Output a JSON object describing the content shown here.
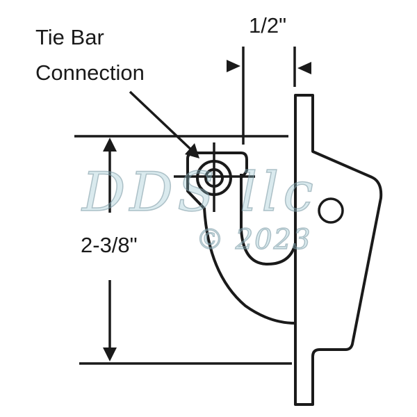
{
  "diagram": {
    "type": "technical dimension drawing",
    "colors": {
      "line": "#1a1a1a",
      "background": "#ffffff",
      "watermark": "#9cc6cf"
    },
    "labels": {
      "callout_line1": "Tie Bar",
      "callout_line2": "Connection",
      "width_dimension": "1/2\"",
      "height_dimension": "2-3/8\""
    },
    "watermark": {
      "brand": "DDS llc",
      "copyright": "© 2023"
    }
  }
}
